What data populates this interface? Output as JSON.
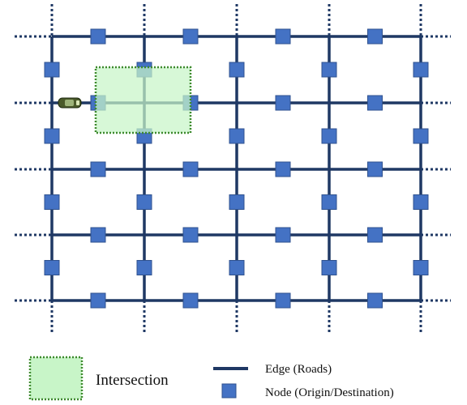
{
  "colors": {
    "road": "#1f3864",
    "node_fill": "#4472c4",
    "node_stroke": "#2f528f",
    "intersection_fill": "#c8f5c8",
    "intersection_stroke": "#3e8a2e",
    "car": "#4a5a2a"
  },
  "grid": {
    "columns": 5,
    "rows": 5,
    "nodes_per_edge": 1,
    "extends_beyond_edges": true
  },
  "highlight": {
    "type": "intersection",
    "column": 1,
    "row": 1
  },
  "vehicle": {
    "icon": "car-icon",
    "row": 1
  },
  "legend": {
    "intersection_label": "Intersection",
    "edge_label": "Edge (Roads)",
    "node_label": "Node (Origin/Destination)"
  }
}
